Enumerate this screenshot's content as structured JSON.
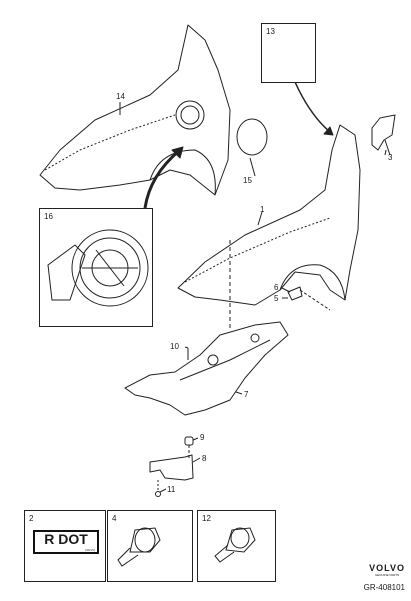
{
  "callouts": [
    {
      "id": "c14",
      "text": "14"
    },
    {
      "id": "c15",
      "text": "15"
    },
    {
      "id": "c13",
      "text": "13"
    },
    {
      "id": "c3",
      "text": "3"
    },
    {
      "id": "c16",
      "text": "16"
    },
    {
      "id": "c1",
      "text": "1"
    },
    {
      "id": "c6",
      "text": "6"
    },
    {
      "id": "c5",
      "text": "5"
    },
    {
      "id": "c10",
      "text": "10"
    },
    {
      "id": "c7",
      "text": "7"
    },
    {
      "id": "c9",
      "text": "9"
    },
    {
      "id": "c8",
      "text": "8"
    },
    {
      "id": "c11",
      "text": "11"
    }
  ],
  "insets": {
    "inset13": "13",
    "inset16": "16",
    "inset2": "2",
    "inset4": "4",
    "inset12": "12"
  },
  "label_tag": {
    "main": "R DOT",
    "sub": "VOLVO"
  },
  "brand": {
    "name": "VOLVO",
    "sub": "GENUINE PARTS"
  },
  "document_id": "GR-408101"
}
